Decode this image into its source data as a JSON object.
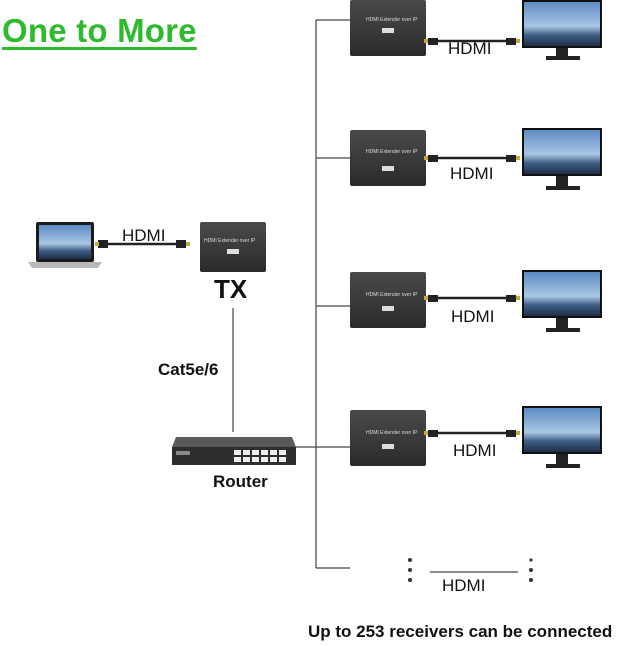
{
  "title": "One to More",
  "transmitter": {
    "label": "TX",
    "device_text": "HDMI Extender over IP",
    "input_cable_label": "HDMI"
  },
  "link": {
    "cable_label": "Cat5e/6"
  },
  "switch": {
    "label": "Router"
  },
  "receivers": [
    {
      "device_text": "HDMI Extender over IP",
      "cable_label": "HDMI"
    },
    {
      "device_text": "HDMI Extender over IP",
      "cable_label": "HDMI"
    },
    {
      "device_text": "HDMI Extender over IP",
      "cable_label": "HDMI"
    },
    {
      "device_text": "HDMI Extender over IP",
      "cable_label": "HDMI"
    }
  ],
  "more_row": {
    "cable_label": "HDMI"
  },
  "footer": "Up to 253 receivers can be connected",
  "colors": {
    "title": "#2dba2d",
    "device_body": "#3a3a3a",
    "line": "#444444"
  }
}
